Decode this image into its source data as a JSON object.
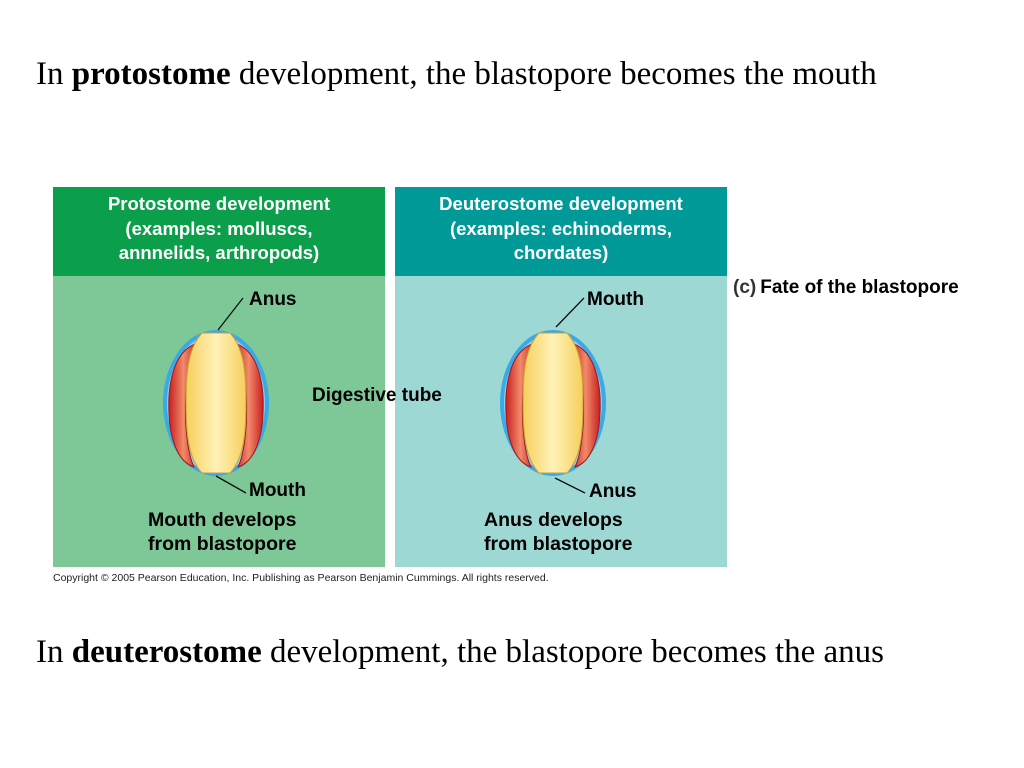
{
  "top_text": {
    "prefix": "In ",
    "emphasis": "protostome",
    "suffix": " development, the blastopore becomes the mouth"
  },
  "bottom_text": {
    "prefix": "In ",
    "emphasis": "deuterostome",
    "suffix": " development, the blastopore becomes the anus"
  },
  "figure": {
    "protostome": {
      "header_lines": [
        "Protostome development",
        "(examples: molluscs,",
        "annnelids, arthropods)"
      ],
      "top_label": "Anus",
      "bottom_label": "Mouth",
      "caption_lines": [
        "Mouth develops",
        "from blastopore"
      ]
    },
    "deuterostome": {
      "header_lines": [
        "Deuterostome development",
        "(examples: echinoderms,",
        "chordates)"
      ],
      "top_label": "Mouth",
      "bottom_label": "Anus",
      "caption_lines": [
        "Anus develops",
        "from blastopore"
      ]
    },
    "shared_label": "Digestive tube",
    "caption_letter": "(c)",
    "caption_text": "Fate of the blastopore",
    "copyright": "Copyright © 2005 Pearson Education, Inc. Publishing as Pearson Benjamin Cummings. All rights reserved."
  },
  "colors": {
    "proto_header": "#0c9f4b",
    "proto_body": "#7ec897",
    "deutero_header": "#029a99",
    "deutero_body": "#9ed8d5",
    "ectoderm": "#3aa9e6",
    "mesoderm": "#e0372e",
    "endoderm": "#fbe38a"
  }
}
